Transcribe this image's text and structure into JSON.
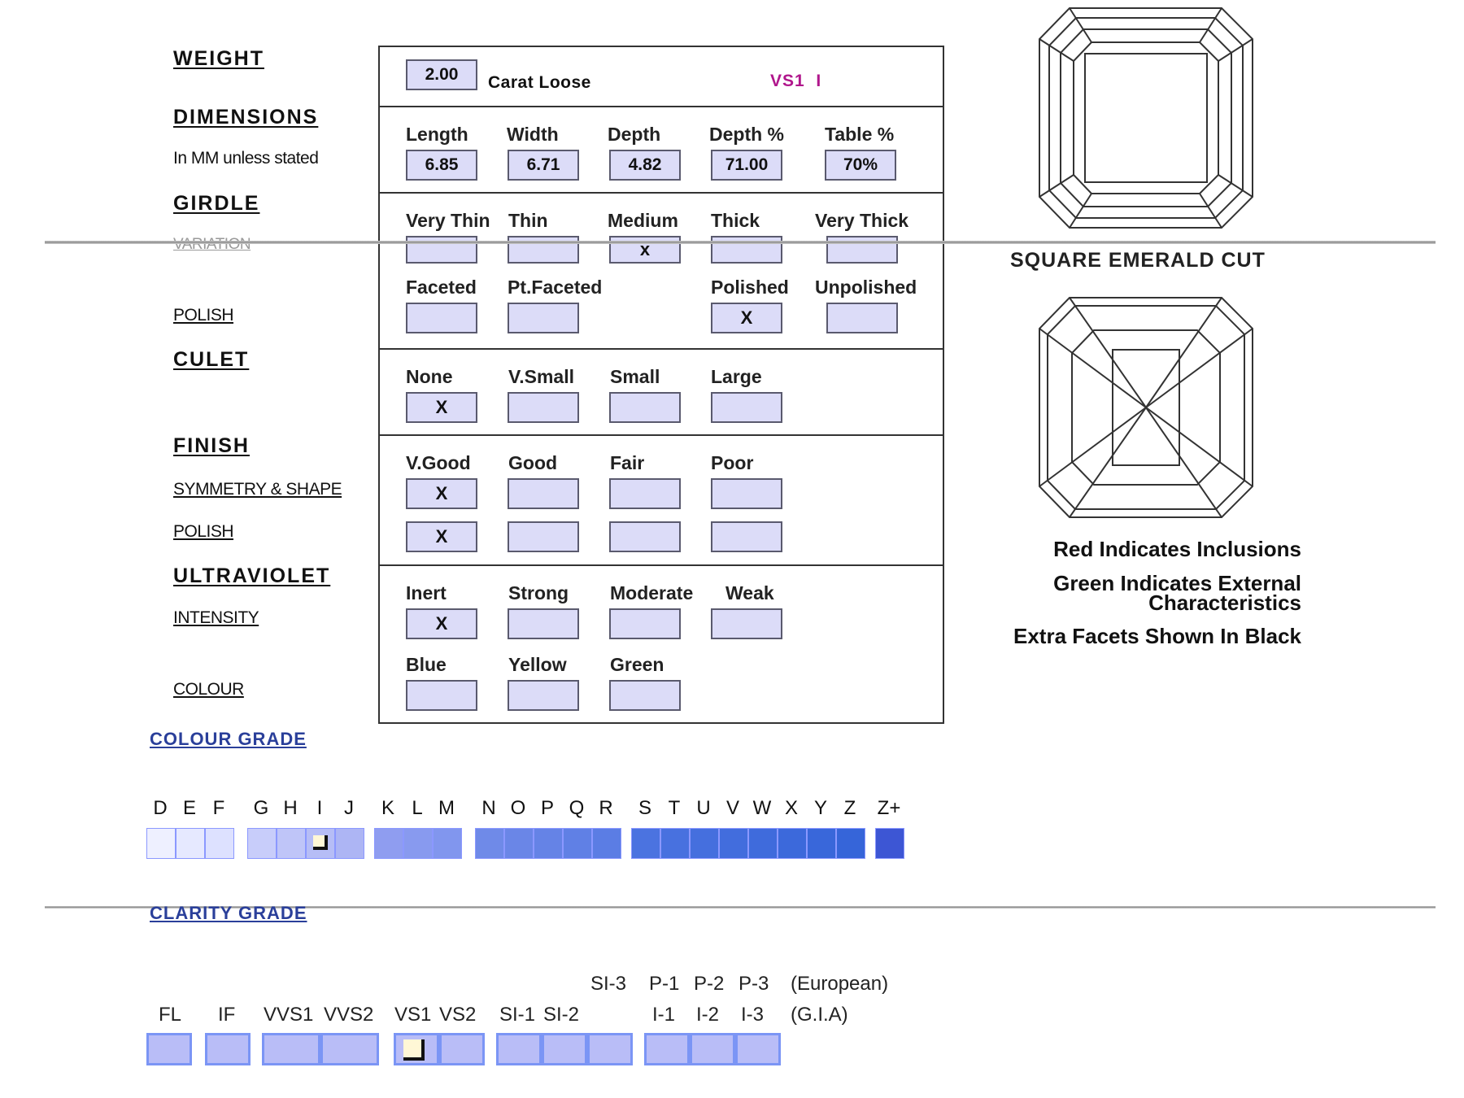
{
  "left_labels": {
    "weight": "WEIGHT",
    "dimensions": "DIMENSIONS",
    "dimensions_note": "In MM unless stated",
    "girdle": "GIRDLE",
    "variation": "VARIATION",
    "polish1": "POLISH",
    "culet": "CULET",
    "finish": "FINISH",
    "symmetry": "SYMMETRY & SHAPE",
    "polish2": "POLISH",
    "ultraviolet": "ULTRAVIOLET",
    "intensity": "INTENSITY",
    "colour": "COLOUR"
  },
  "weight": {
    "carat": "2.00",
    "label": "Carat Loose",
    "grade": "VS1  I"
  },
  "dimensions": {
    "headers": [
      "Length",
      "Width",
      "Depth",
      "Depth %",
      "Table %"
    ],
    "values": [
      "6.85",
      "6.71",
      "4.82",
      "71.00",
      "70%"
    ]
  },
  "girdle": {
    "headers": [
      "Very Thin",
      "Thin",
      "Medium",
      "Thick",
      "Very Thick"
    ],
    "marks": [
      "",
      "",
      "x",
      "",
      ""
    ],
    "polish_headers": [
      "Faceted",
      "Pt.Faceted",
      "Polished",
      "Unpolished"
    ],
    "polish_marks": [
      "",
      "",
      "X",
      ""
    ]
  },
  "culet": {
    "headers": [
      "None",
      "V.Small",
      "Small",
      "Large"
    ],
    "marks": [
      "X",
      "",
      "",
      ""
    ]
  },
  "finish": {
    "headers": [
      "V.Good",
      "Good",
      "Fair",
      "Poor"
    ],
    "symmetry_marks": [
      "X",
      "",
      "",
      ""
    ],
    "polish_marks": [
      "X",
      "",
      "",
      ""
    ]
  },
  "ultraviolet": {
    "headers": [
      "Inert",
      "Strong",
      "Moderate",
      "Weak"
    ],
    "intensity_marks": [
      "X",
      "",
      "",
      ""
    ],
    "colour_headers": [
      "Blue",
      "Yellow",
      "Green"
    ],
    "colour_marks": [
      "",
      "",
      ""
    ]
  },
  "diagram": {
    "caption": "SQUARE EMERALD CUT",
    "legend": [
      "Red Indicates Inclusions",
      "Green Indicates External",
      "Characteristics",
      "Extra Facets Shown In Black"
    ]
  },
  "colour_grade": {
    "heading": "COLOUR GRADE",
    "letters": [
      "D",
      "E",
      "F",
      "G",
      "H",
      "I",
      "J",
      "K",
      "L",
      "M",
      "N",
      "O",
      "P",
      "Q",
      "R",
      "S",
      "T",
      "U",
      "V",
      "W",
      "X",
      "Y",
      "Z",
      "Z+"
    ],
    "selected": "I"
  },
  "clarity_grade": {
    "heading": "CLARITY GRADE",
    "european": [
      "SI-3",
      "P-1",
      "P-2",
      "P-3",
      "(European)"
    ],
    "gia": [
      "FL",
      "IF",
      "VVS1",
      "VVS2",
      "VS1",
      "VS2",
      "SI-1",
      "SI-2",
      "I-1",
      "I-2",
      "I-3",
      "(G.I.A)"
    ],
    "selected": "VS1"
  }
}
